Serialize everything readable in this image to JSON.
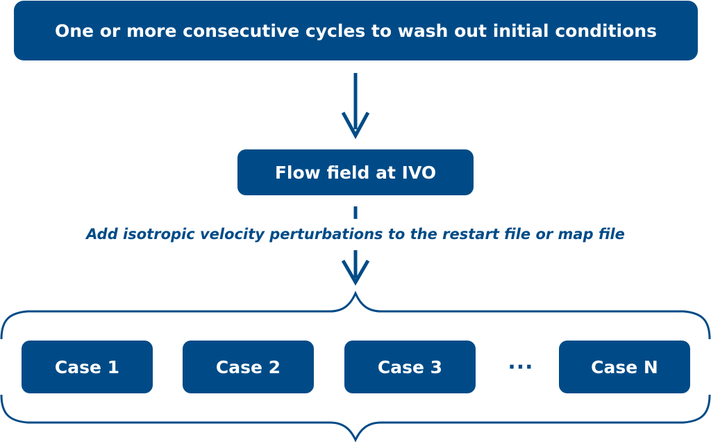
{
  "diagram": {
    "top_box": {
      "text": "One or more consecutive cycles to wash out initial conditions"
    },
    "middle_box": {
      "text": "Flow field at IVO"
    },
    "perturbation_label": {
      "text": "Add isotropic velocity perturbations to the restart file or map file"
    },
    "cases": [
      {
        "label": "Case 1"
      },
      {
        "label": "Case 2"
      },
      {
        "label": "Case 3"
      },
      {
        "label": "Case N"
      }
    ],
    "ellipsis": {
      "text": "···"
    }
  },
  "colors": {
    "primary": "#004b87",
    "text_on_primary": "#ffffff",
    "background": "#ffffff"
  }
}
